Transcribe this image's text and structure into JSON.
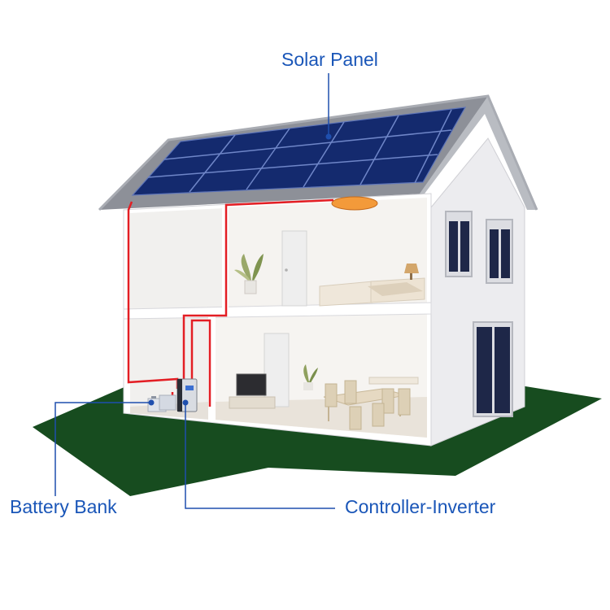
{
  "labels": {
    "solar_panel": "Solar Panel",
    "battery_bank": "Battery Bank",
    "controller_inverter": "Controller-Inverter"
  },
  "colors": {
    "label_text": "#1a56b8",
    "callout_line": "#1f4fae",
    "callout_dot": "#1f4fae",
    "wiring": "#e31e24",
    "ground": "#174c1f",
    "roof": "#8d9098",
    "roof_edge": "#b9bcc2",
    "solar_cell": "#142a6e",
    "solar_grid": "#6f86c8",
    "wall_front": "#ffffff",
    "wall_side": "#e9e9ec",
    "interior": "#f3f1ee",
    "window_glass": "#1e2748",
    "ceiling_light": "#f39a3a"
  },
  "icons": [
    "solar-panel-icon",
    "battery-bank-icon",
    "controller-inverter-icon",
    "ceiling-light-icon",
    "plant-icon",
    "bed-icon",
    "table-lamp-icon",
    "tv-icon",
    "dining-table-icon",
    "window-icon",
    "door-icon"
  ]
}
